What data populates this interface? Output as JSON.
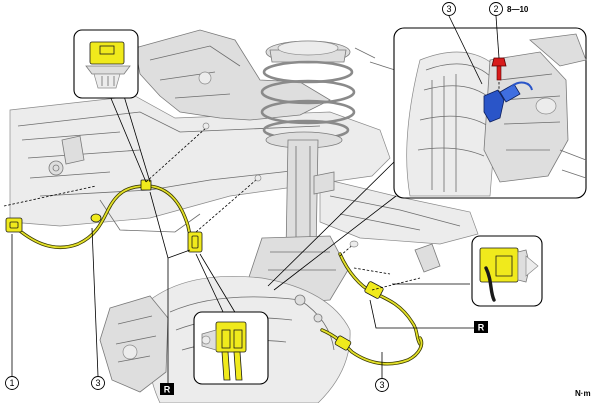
{
  "diagram": {
    "callouts": [
      {
        "id": "c1",
        "number": "1"
      },
      {
        "id": "c2",
        "number": "2"
      },
      {
        "id": "c3a",
        "number": "3"
      },
      {
        "id": "c3b",
        "number": "3"
      },
      {
        "id": "c3c",
        "number": "3"
      }
    ],
    "torque_value": "8—10",
    "torque_unit": "N·m",
    "reference_marks": [
      {
        "id": "r1",
        "label": "R"
      },
      {
        "id": "r2",
        "label": "R"
      }
    ],
    "colors": {
      "harness": "#e3e028",
      "bolt": "#d81b1b",
      "sensor": "#2a55c8"
    }
  }
}
